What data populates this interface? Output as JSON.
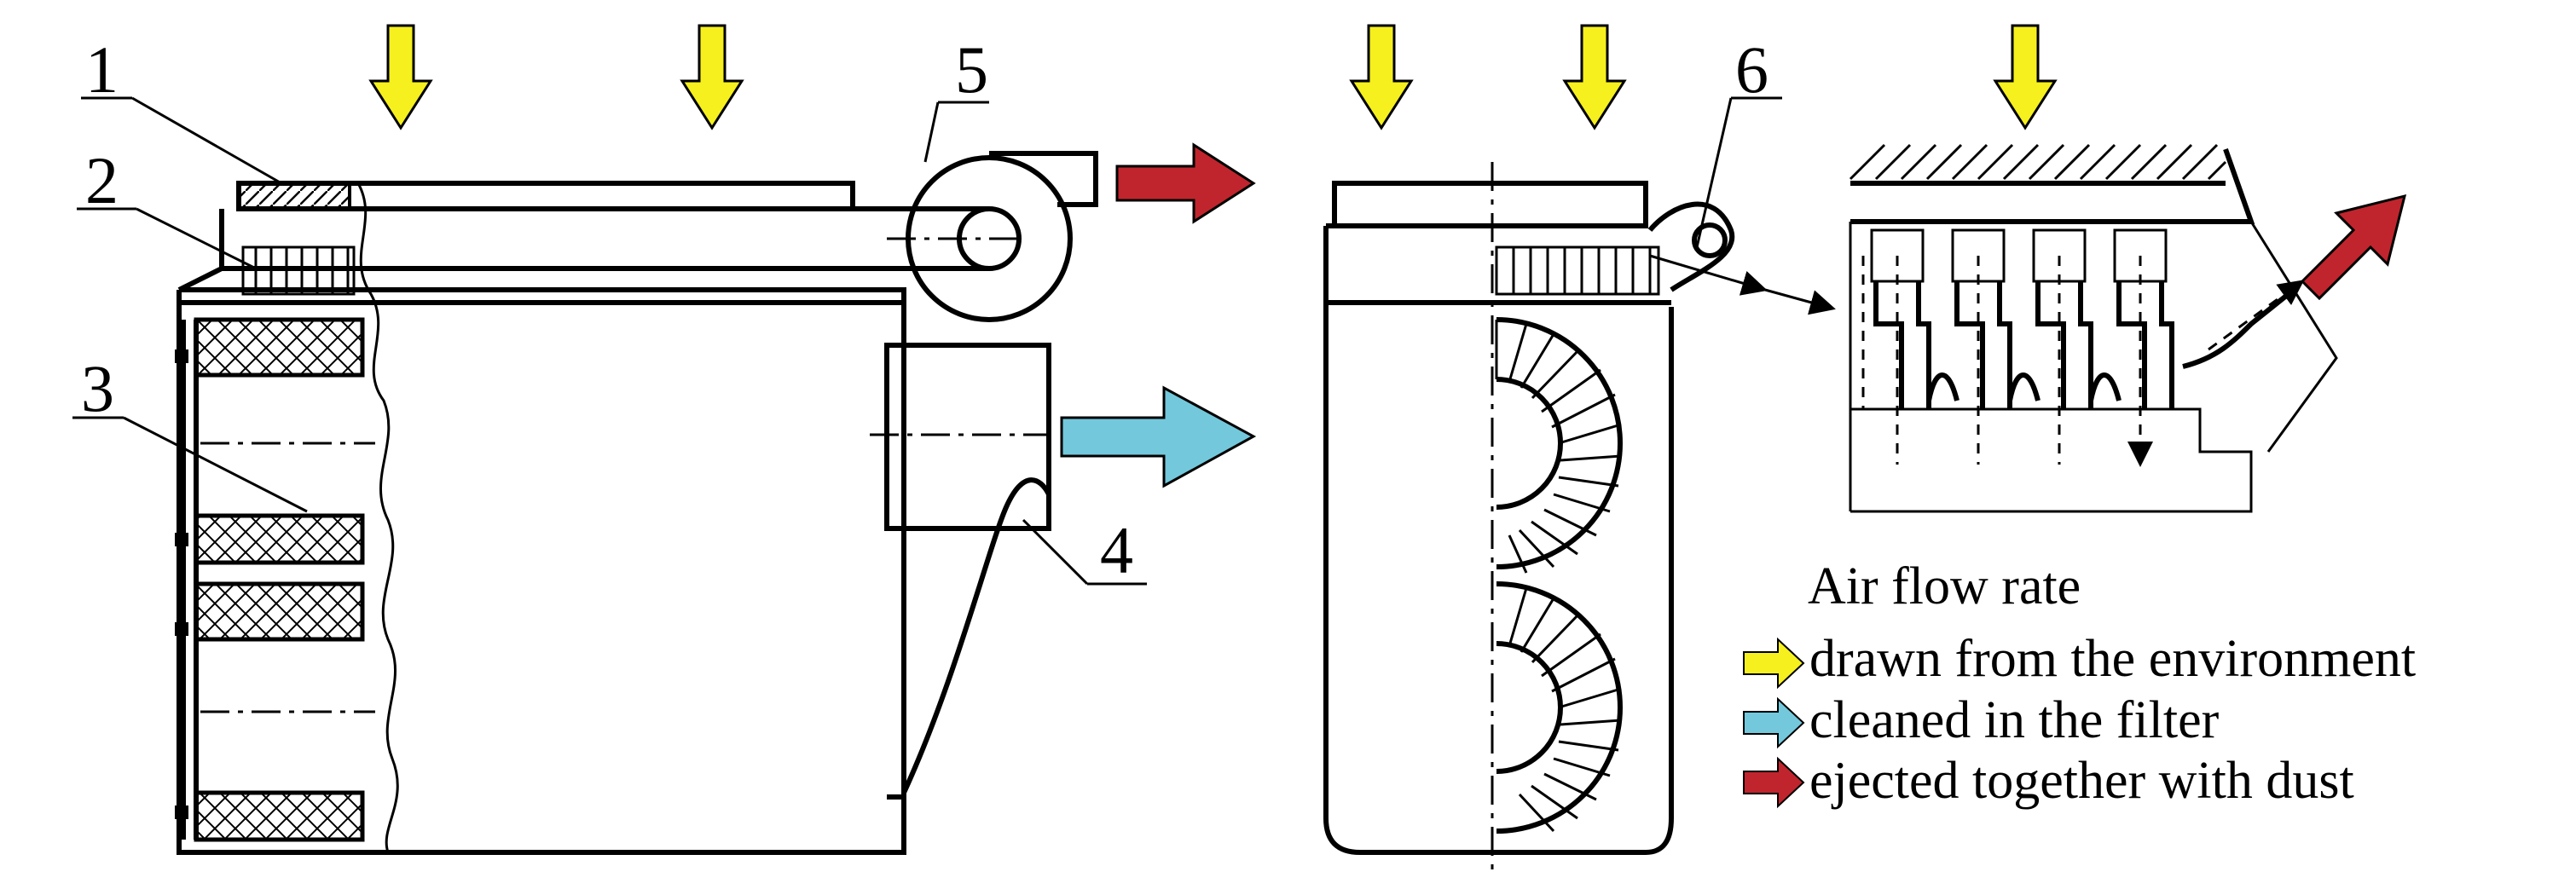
{
  "labels": {
    "n1": "1",
    "n2": "2",
    "n3": "3",
    "n4": "4",
    "n5": "5",
    "n6": "6"
  },
  "legend": {
    "title": "Air flow rate",
    "items": [
      {
        "text": "drawn from the environment",
        "color": "#F5F01E"
      },
      {
        "text": "cleaned in the filter",
        "color": "#73C8DC"
      },
      {
        "text": "ejected together with dust",
        "color": "#C0252D"
      }
    ]
  },
  "colors": {
    "intake": "#F5F01E",
    "clean": "#73C8DC",
    "dust": "#C0252D",
    "line": "#000000"
  }
}
